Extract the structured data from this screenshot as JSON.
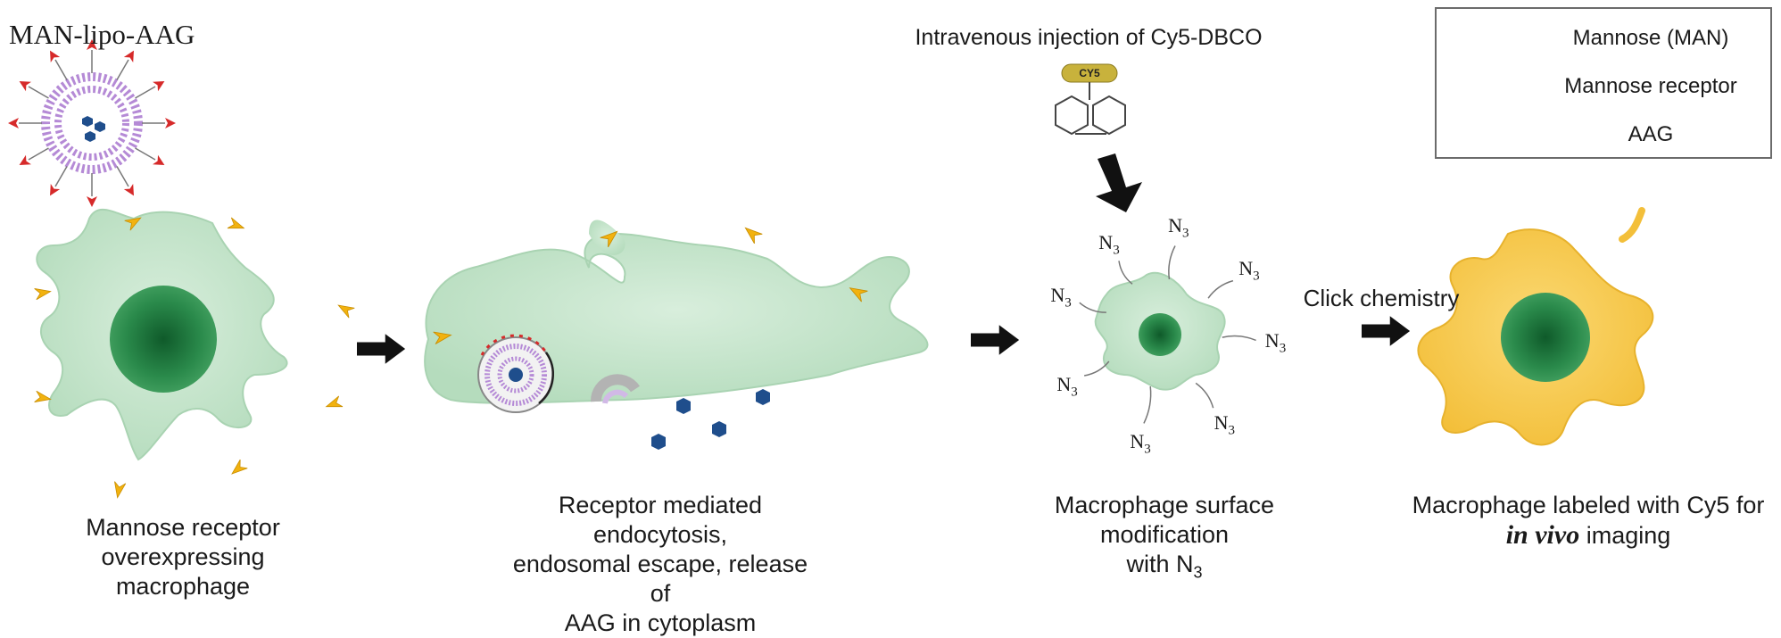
{
  "liposome_title": "MAN-lipo-AAG",
  "injection_title": "Intravenous injection of Cy5-DBCO",
  "dbco_tag": "CY5",
  "click_label": "Click chemistry",
  "azide_base": "N",
  "azide_sub": "3",
  "stages": [
    {
      "lines": [
        "Mannose receptor",
        "overexpressing macrophage"
      ]
    },
    {
      "lines": [
        "Receptor mediated endocytosis,",
        "endosomal escape, release of",
        "AAG in cytoplasm"
      ]
    },
    {
      "line1": "Macrophage surface modification",
      "line2_prefix": "with N",
      "line2_sub": "3"
    },
    {
      "line1": "Macrophage labeled with Cy5 for",
      "line2_italic": "in vivo",
      "line2_rest": " imaging"
    }
  ],
  "legend": [
    {
      "icon": "mannose-icon",
      "label": "Mannose (MAN)",
      "color": "#d62a2a"
    },
    {
      "icon": "mannose-receptor-icon",
      "label": "Mannose receptor",
      "color": "#f2b20f"
    },
    {
      "icon": "aag-hexagon-icon",
      "label": "AAG",
      "color": "#1f4e8c"
    }
  ],
  "colors": {
    "cell_green": "#bfe0c6",
    "nucleus_green": "#1f7a3e",
    "labeled_cell_yellow": "#f5c64a",
    "lipid_purple": "#b58ad6"
  }
}
